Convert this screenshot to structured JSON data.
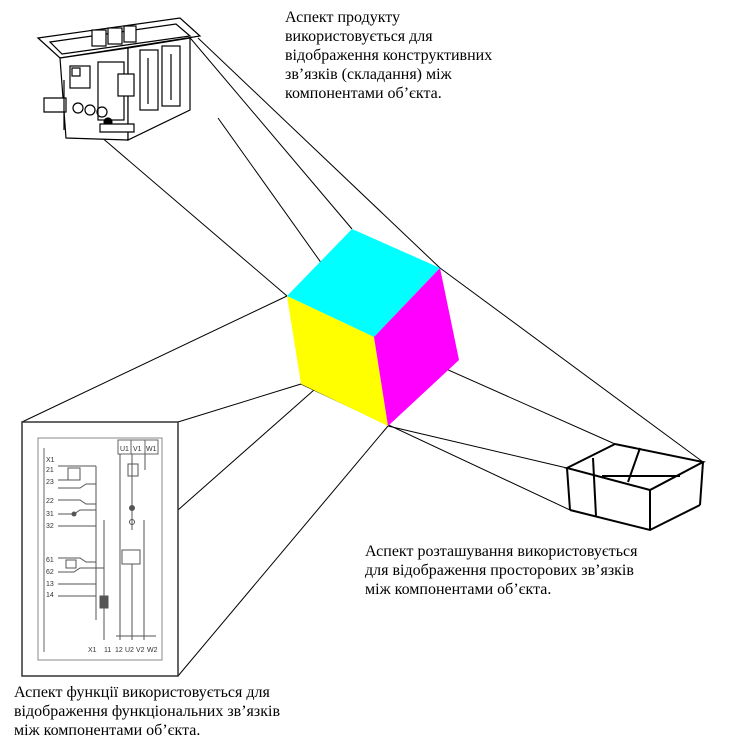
{
  "labels": {
    "product": [
      "Аспект продукту",
      "використовується для",
      "відображення конструктивних",
      "зв’язків (складання) між",
      "компонентами об’єкта."
    ],
    "location": [
      "Аспект розташування використовується",
      "для відображення просторових зв’язків",
      "між компонентами об’єкта."
    ],
    "function": [
      "Аспект функції використовується для",
      "відображення функціональних зв’язків",
      "між компонентами об’єкта."
    ]
  },
  "schematic": {
    "top_terminals": [
      "U1",
      "V1",
      "W1"
    ],
    "row_labels": [
      "X1",
      "21",
      "23",
      "22",
      "31",
      "32",
      "61",
      "62",
      "13",
      "14"
    ],
    "bottom_terminals": [
      "X1",
      "11",
      "12",
      "U2",
      "V2",
      "W2"
    ]
  },
  "colors": {
    "cube_top": "#00ffff",
    "cube_left": "#ffff00",
    "cube_right": "#ff00ff",
    "lines": "#000000",
    "panel_border": "#333333"
  }
}
